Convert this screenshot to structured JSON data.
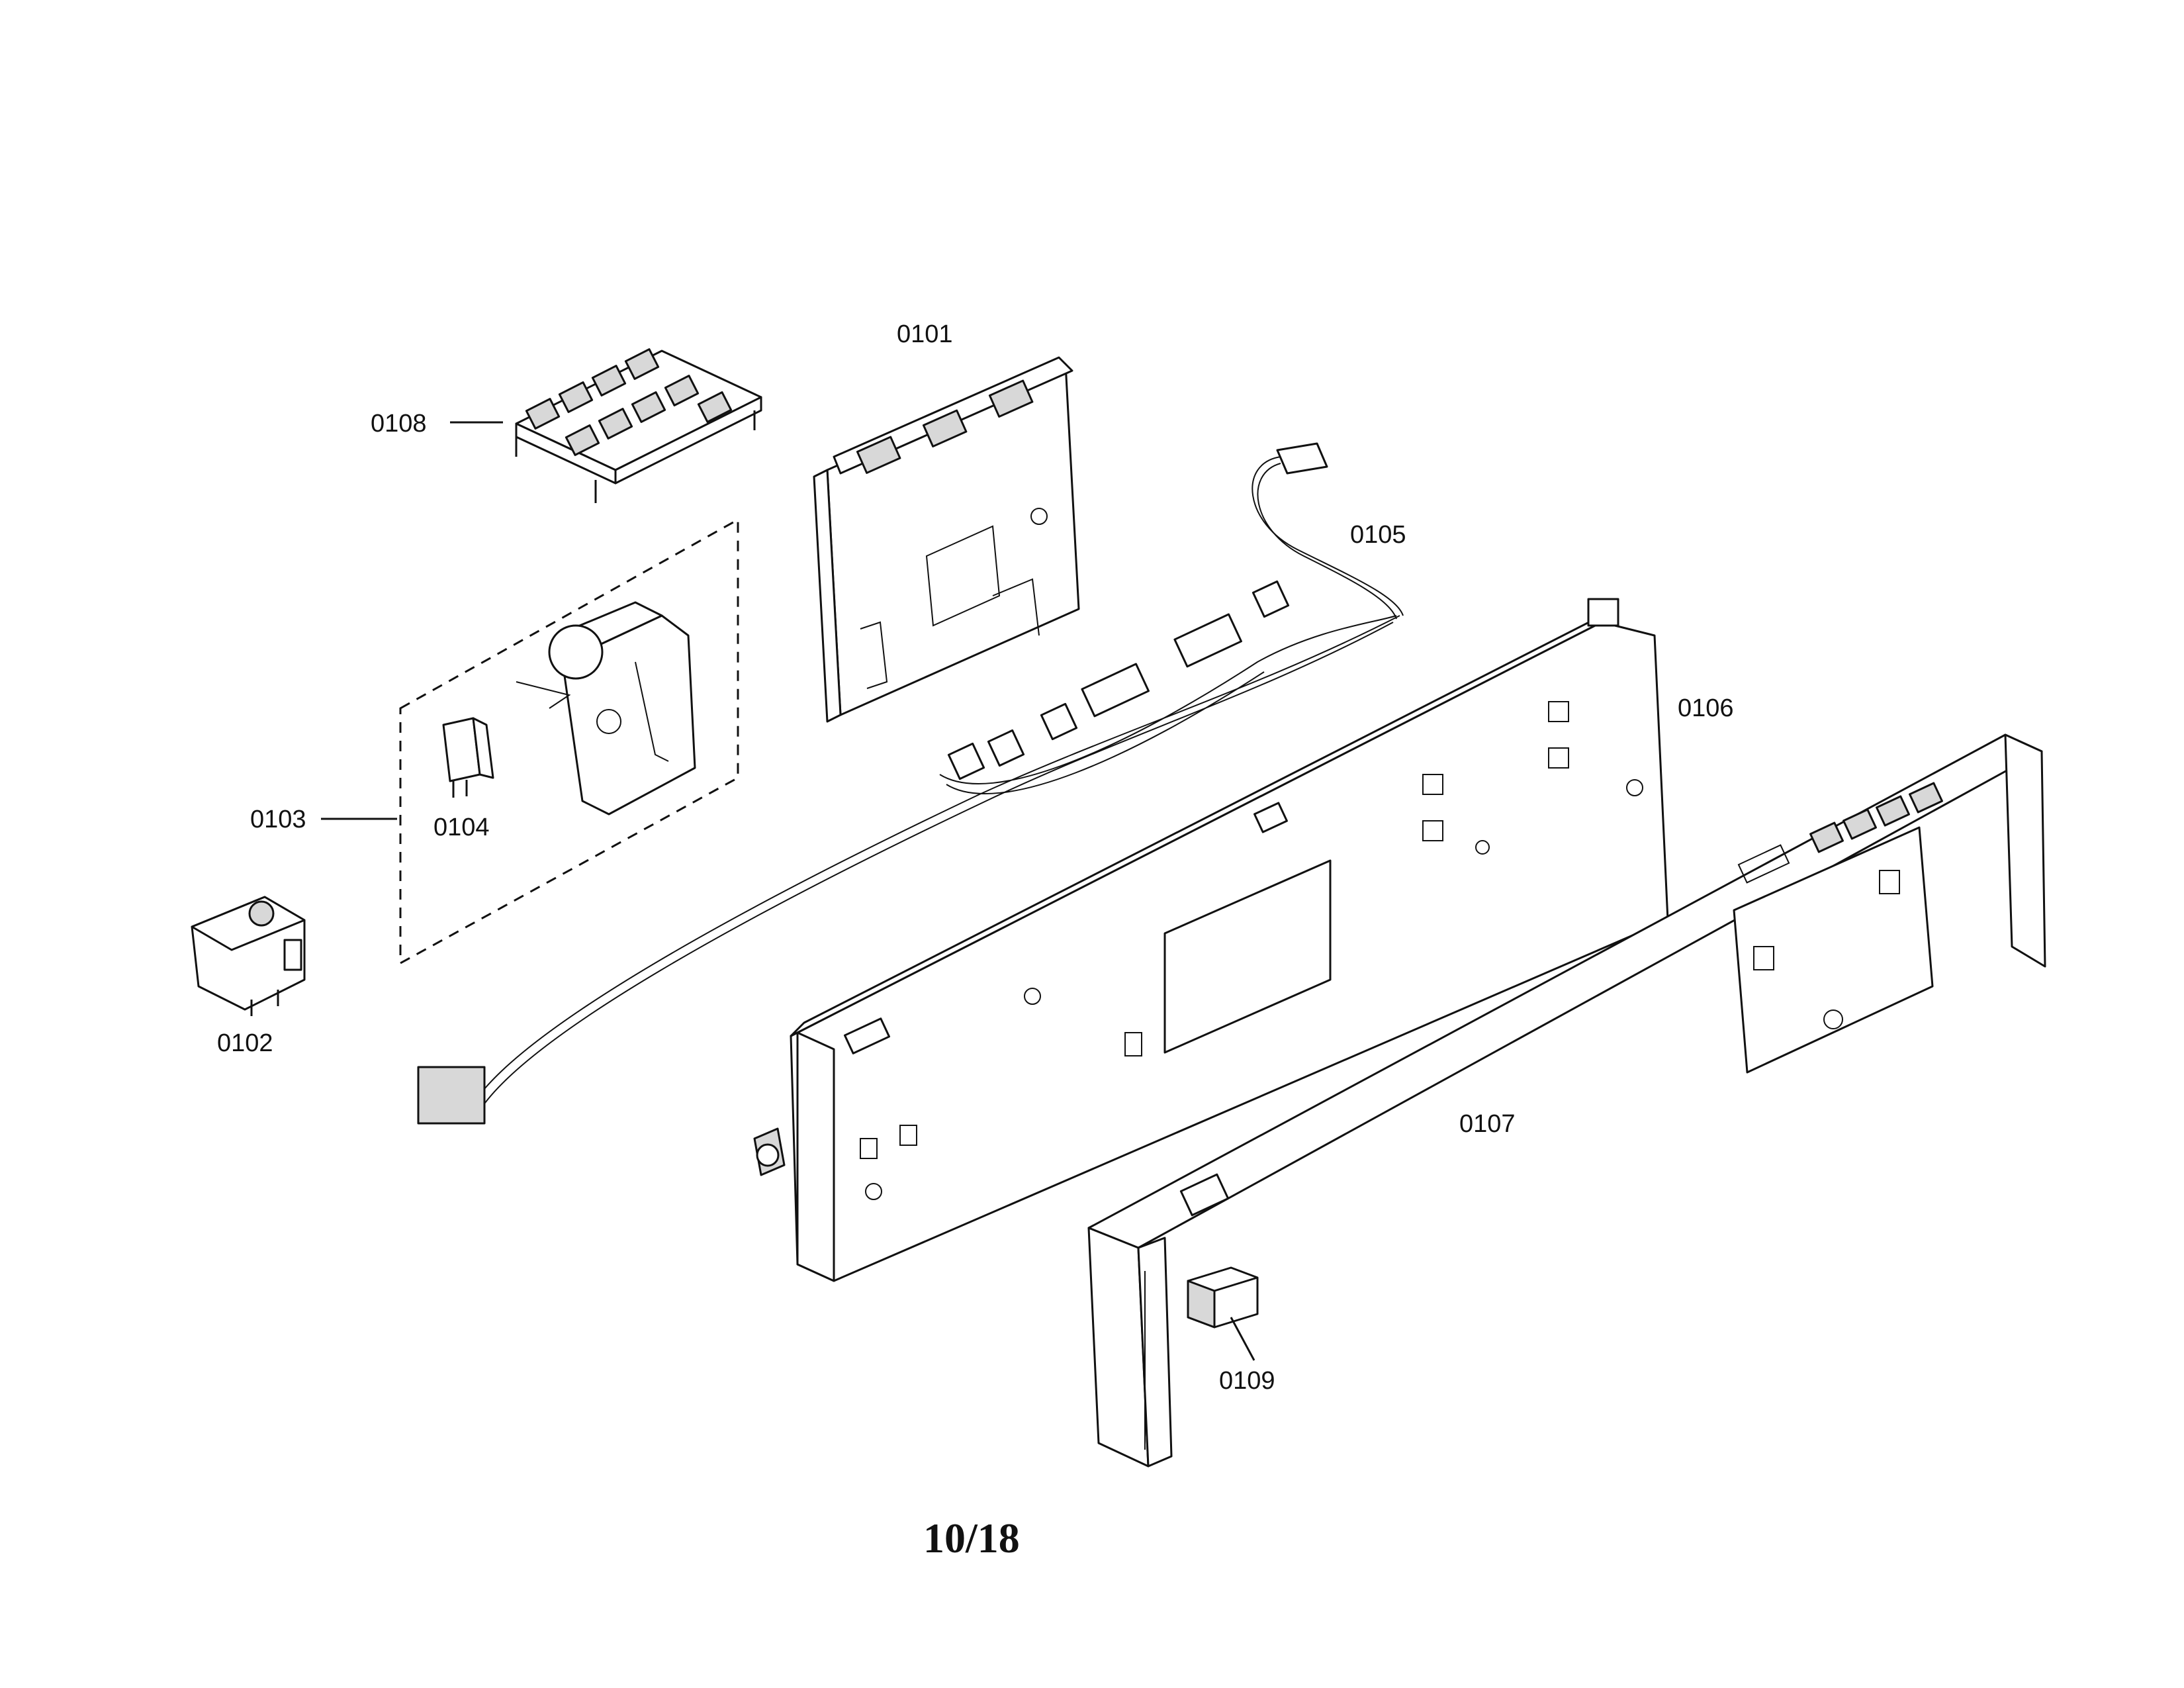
{
  "labels": {
    "p0101": "0101",
    "p0102": "0102",
    "p0103": "0103",
    "p0104": "0104",
    "p0105": "0105",
    "p0106": "0106",
    "p0107": "0107",
    "p0108": "0108",
    "p0109": "0109"
  },
  "page_number": "10/18"
}
